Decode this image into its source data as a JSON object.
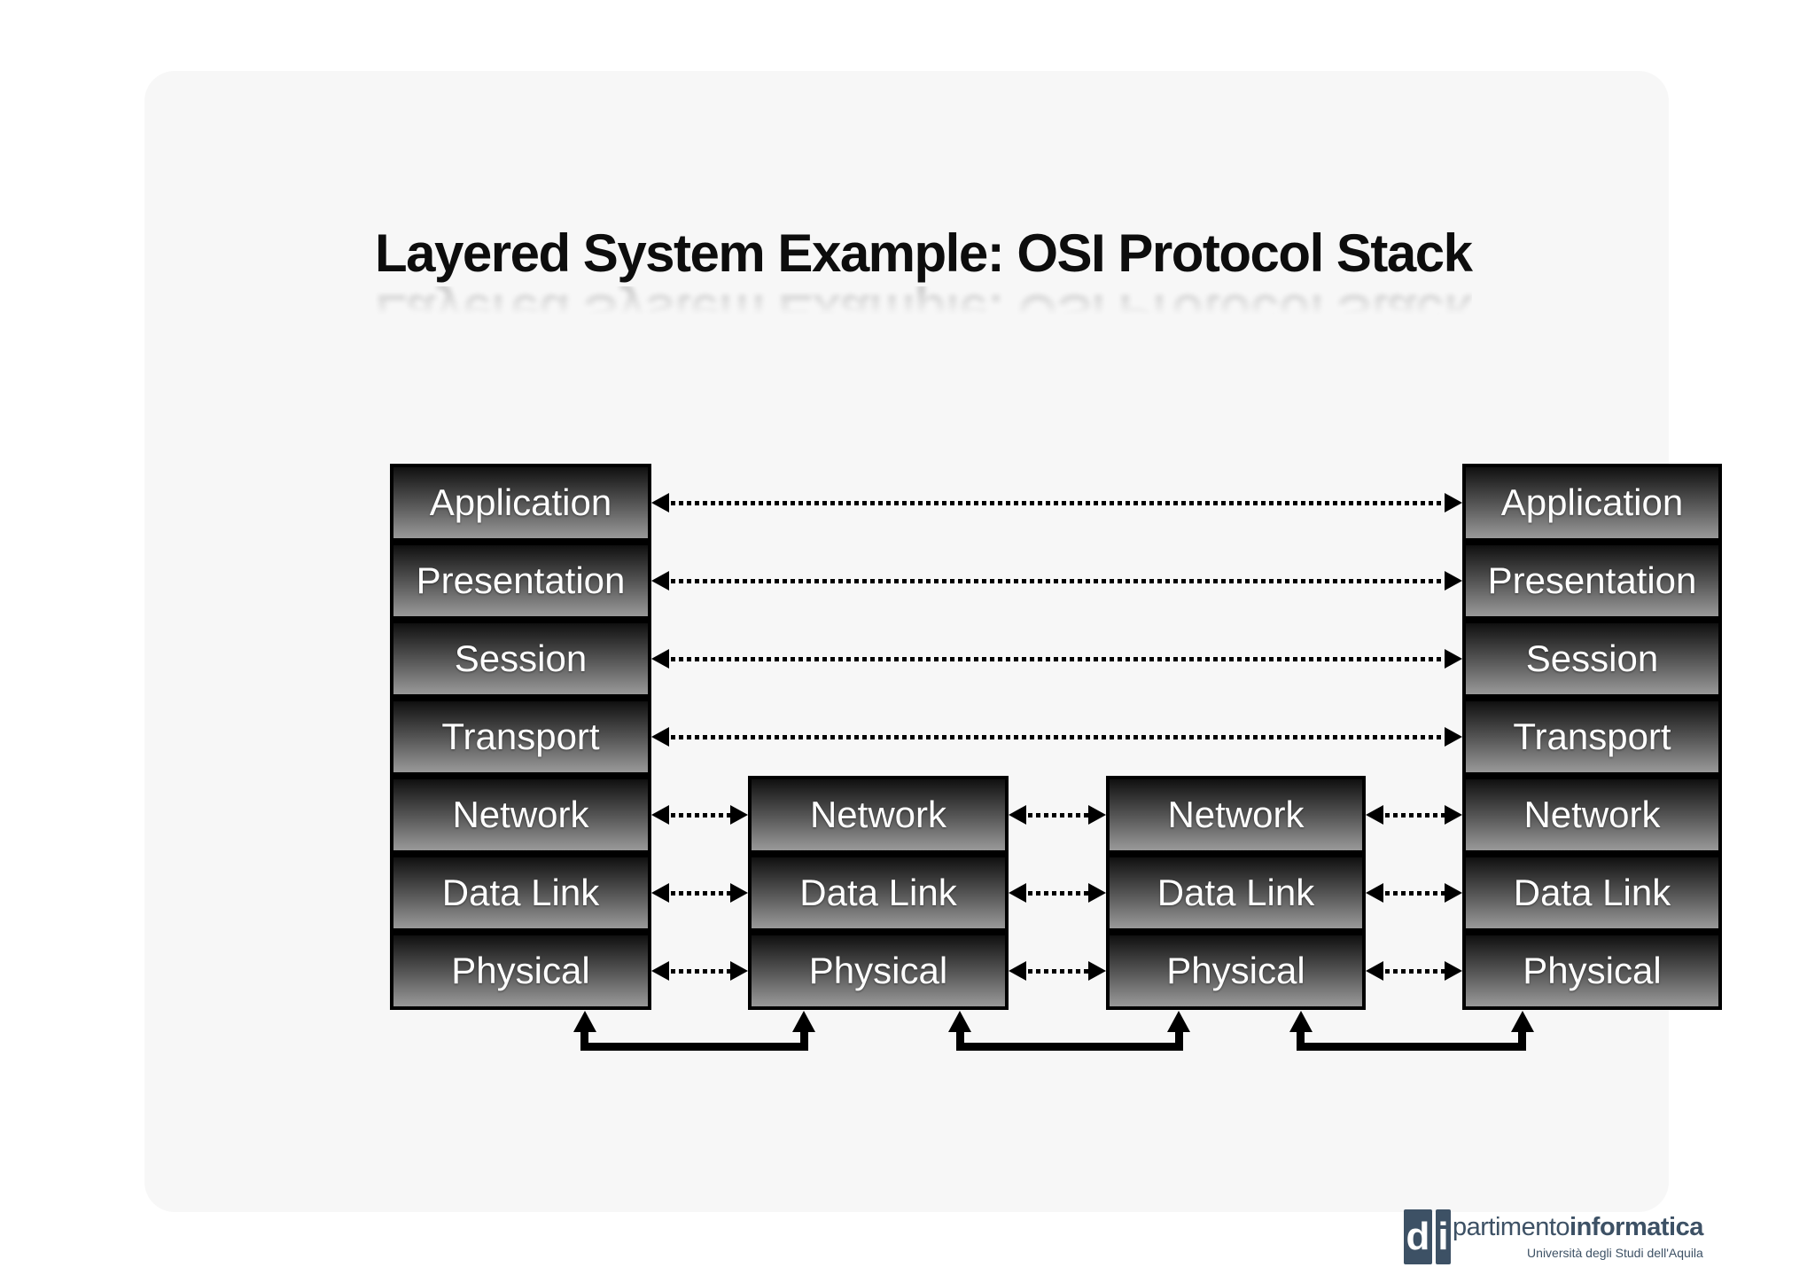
{
  "slide": {
    "title": "Layered System Example: OSI Protocol Stack"
  },
  "diagram": {
    "stacks": [
      {
        "name": "host-left",
        "layers": [
          "Application",
          "Presentation",
          "Session",
          "Transport",
          "Network",
          "Data Link",
          "Physical"
        ]
      },
      {
        "name": "intermediate-node-1",
        "layers": [
          "Network",
          "Data Link",
          "Physical"
        ]
      },
      {
        "name": "intermediate-node-2",
        "layers": [
          "Network",
          "Data Link",
          "Physical"
        ]
      },
      {
        "name": "host-right",
        "layers": [
          "Application",
          "Presentation",
          "Session",
          "Transport",
          "Network",
          "Data Link",
          "Physical"
        ]
      }
    ]
  },
  "footer_logo": {
    "mark_letter_1": "d",
    "mark_letter_2": "i",
    "name_regular": "partimento",
    "name_bold": "informatica",
    "subtitle": "Università degli Studi dell'Aquila"
  },
  "colors": {
    "page_bg": "#ffffff",
    "slide_bg": "#f7f7f7",
    "box_border": "#000000",
    "box_gradient_top": "#101010",
    "box_gradient_bottom": "#989898",
    "box_text": "#ffffff",
    "arrow": "#000000",
    "title_text": "#0d0d0d",
    "logo_brand": "#3d5165"
  }
}
